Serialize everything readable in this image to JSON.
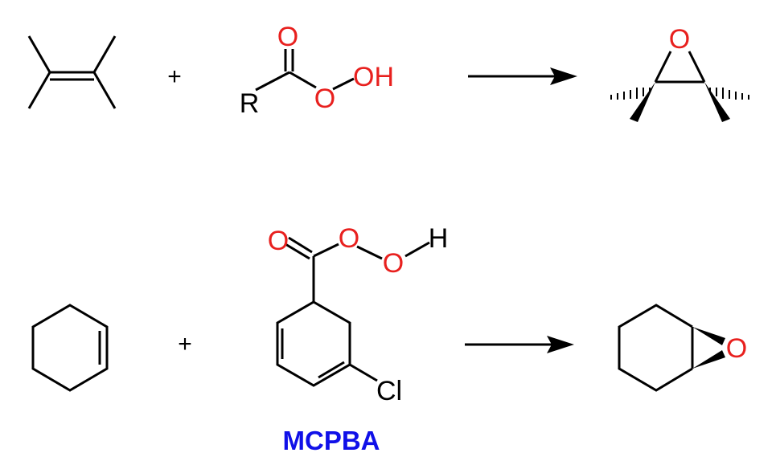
{
  "reaction1": {
    "plus": "+",
    "peracid": {
      "carbonyl_o": "O",
      "r_group": "R",
      "ester_o": "O",
      "hydroxyl": "OH"
    },
    "epoxide_o": "O"
  },
  "reaction2": {
    "plus": "+",
    "mcpba": {
      "carbonyl_o": "O",
      "peroxy_o1": "O",
      "peroxy_o2": "O",
      "hydrogen": "H",
      "chlorine": "Cl"
    },
    "epoxide_o": "O",
    "label": "MCPBA"
  },
  "colors": {
    "oxygen": "#e8201e",
    "caption": "#1010e8",
    "bonds": "#000000"
  }
}
